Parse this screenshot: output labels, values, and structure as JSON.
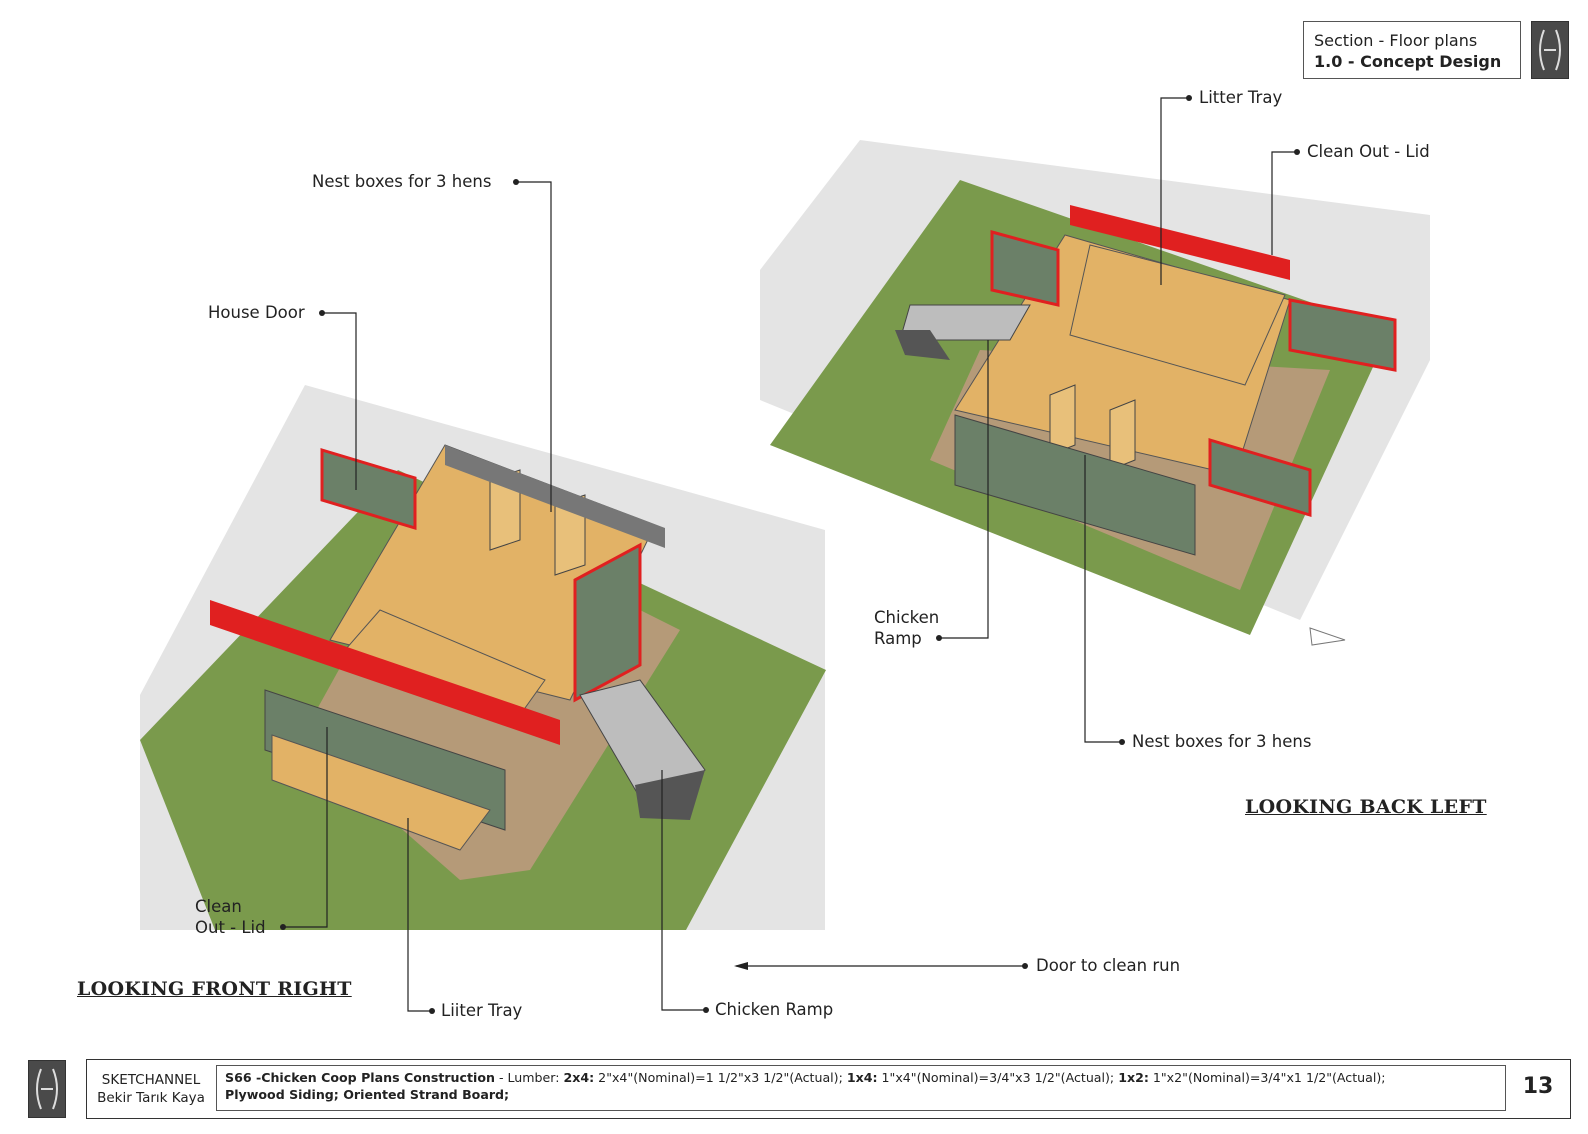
{
  "header": {
    "section_line1": "Section - Floor plans",
    "section_line2": "1.0 - Concept Design"
  },
  "left_view": {
    "title": "LOOKING FRONT RIGHT",
    "labels": {
      "nest_boxes": "Nest boxes for 3 hens",
      "house_door": "House Door",
      "clean_out_line1": "Clean",
      "clean_out_line2": "Out - Lid",
      "litter_tray": "Liiter Tray",
      "chicken_ramp": "Chicken Ramp",
      "door_to_clean_run": "Door to clean run"
    }
  },
  "right_view": {
    "title": "LOOKING BACK LEFT",
    "labels": {
      "litter_tray": "Litter Tray",
      "clean_out_lid": "Clean Out - Lid",
      "chicken_ramp_line1": "Chicken",
      "chicken_ramp_line2": "Ramp",
      "nest_boxes": "Nest boxes for 3 hens"
    }
  },
  "footer": {
    "brand_line1": "SKETCHANNEL",
    "brand_line2": "Bekir Tarık Kaya",
    "desc_code": "S66 -Chicken Coop Plans Construction",
    "desc_lumber_prefix": " - Lumber: ",
    "desc_2x4_key": "2x4:",
    "desc_2x4_val": " 2\"x4\"(Nominal)=1 1/2\"x3 1/2\"(Actual); ",
    "desc_1x4_key": "1x4:",
    "desc_1x4_val": " 1\"x4\"(Nominal)=3/4\"x3 1/2\"(Actual); ",
    "desc_1x2_key": "1x2:",
    "desc_1x2_val": " 1\"x2\"(Nominal)=3/4\"x1 1/2\"(Actual);",
    "desc_line2": "Plywood Siding; Oriented Strand Board;",
    "page_number": "13"
  },
  "colors": {
    "grass": "#7a9a4c",
    "ground": "#b59a78",
    "osb": "#e2b266",
    "wall": "#6b8068",
    "frame_red": "#e02020",
    "shadow": "#d8d8d8"
  }
}
